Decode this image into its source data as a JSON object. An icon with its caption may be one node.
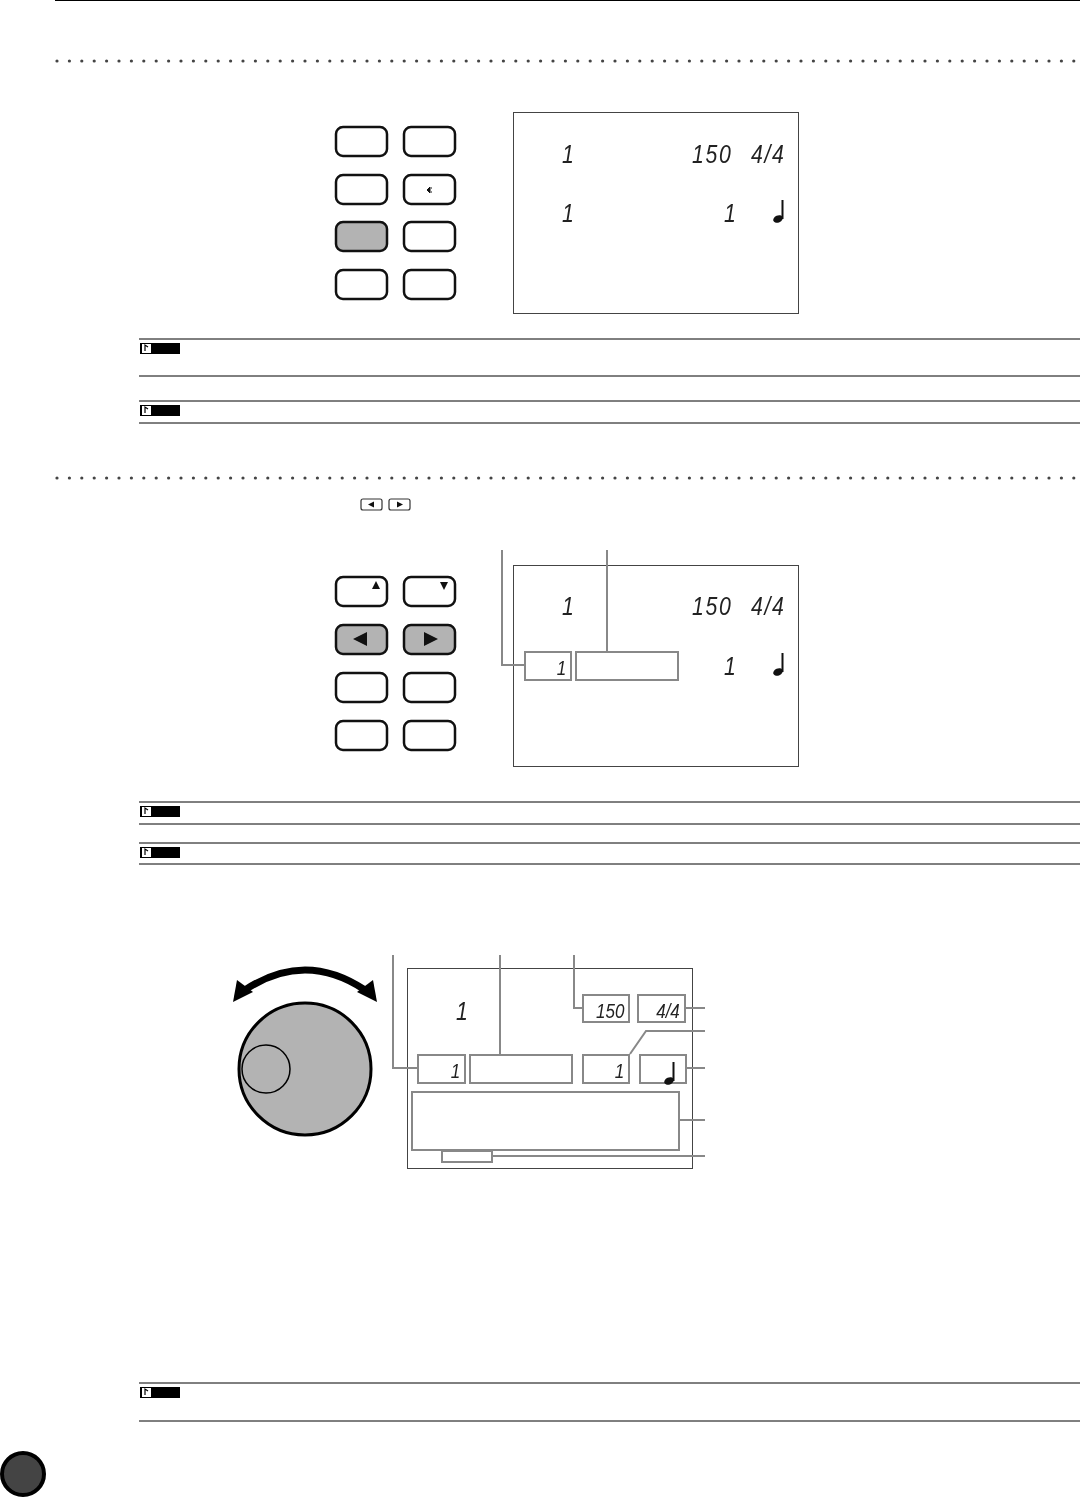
{
  "diagram": {
    "nodes": [
      {
        "text": [
          "1",
          "150",
          "4/4",
          "1",
          "1"
        ]
      },
      {
        "text": [
          "1",
          "150",
          "4/4",
          "1"
        ]
      },
      {
        "text": [
          "1"
        ],
        "in": 1
      },
      {
        "text": [],
        "shape": "box",
        "in": 1
      },
      {
        "text": [
          "1"
        ]
      },
      {
        "text": [
          "1"
        ],
        "in": 4
      },
      {
        "text": [],
        "shape": "box",
        "in": 4
      },
      {
        "text": [
          "150"
        ],
        "in": 4
      },
      {
        "text": [
          "4/4"
        ],
        "in": 4
      },
      {
        "text": [
          "1"
        ],
        "in": 4
      },
      {
        "text": [],
        "shape": "box",
        "in": 4
      },
      {
        "text": [],
        "shape": "box",
        "in": 4
      },
      {
        "text": [],
        "shape": "box",
        "in": 4
      }
    ],
    "edges": [
      {
        "from": null,
        "to": 2,
        "arrow": "none"
      },
      {
        "from": null,
        "to": 3,
        "arrow": "none"
      },
      {
        "from": null,
        "to": 5,
        "arrow": "none"
      },
      {
        "from": null,
        "to": 6,
        "arrow": "none"
      },
      {
        "from": null,
        "to": 7,
        "arrow": "none"
      },
      {
        "from": null,
        "to": 8,
        "arrow": "none"
      },
      {
        "from": null,
        "to": 9,
        "arrow": "none"
      },
      {
        "from": null,
        "to": 10,
        "arrow": "none"
      },
      {
        "from": null,
        "to": 11,
        "arrow": "none"
      },
      {
        "from": null,
        "to": 12,
        "arrow": "none"
      }
    ]
  }
}
